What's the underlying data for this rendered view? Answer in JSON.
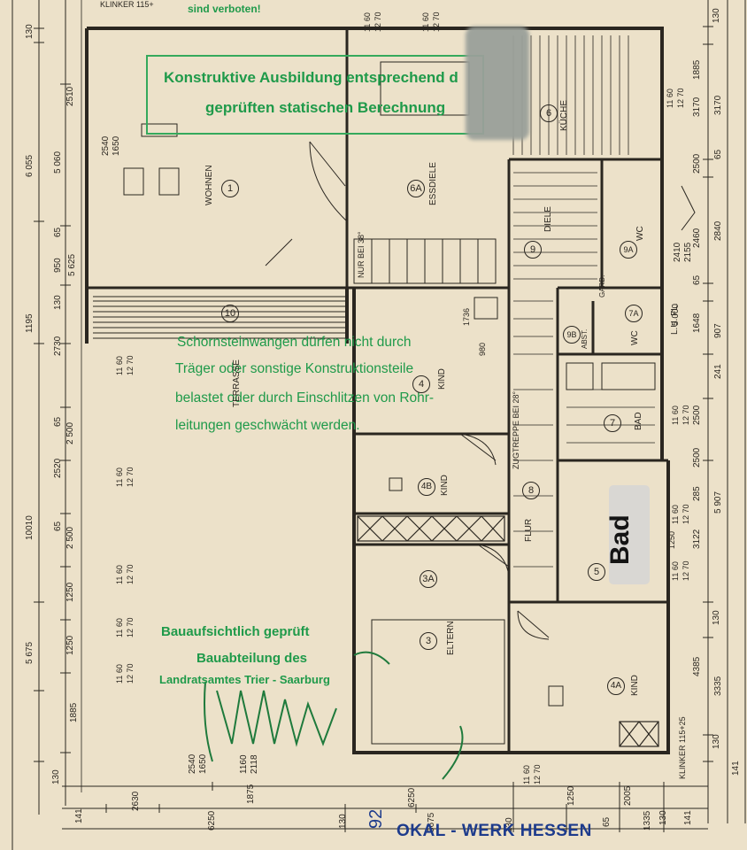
{
  "header_note": "sind verboten!",
  "stamp": {
    "line1": "Konstruktive Ausbildung entsprechend d",
    "line2": "geprüften statischen Berechnung"
  },
  "note": {
    "line1": "Schornsteinwangen dürfen nicht durch",
    "line2": "Träger oder sonstige Konstruktionsteile",
    "line3": "belastet oder durch Einschlitzen von Rohr-",
    "line4": "leitungen geschwächt werden."
  },
  "approval": {
    "line1": "Bauaufsichtlich geprüft",
    "line2": "Bauabteilung des",
    "line3": "Landratsamtes Trier - Saarburg"
  },
  "company": "OKAL - WERK HESSEN",
  "company_sub": "92",
  "bad_label": "Bad",
  "rooms": {
    "r1": {
      "num": "1",
      "name": "WOHNEN"
    },
    "r6a": {
      "num": "6A",
      "name": "ESSDIELE"
    },
    "r6": {
      "num": "6",
      "name": "KÜCHE"
    },
    "r9": {
      "num": "9",
      "name": "DIELE"
    },
    "r9a": {
      "num": "9A",
      "name": "WC"
    },
    "r9b": {
      "num": "9B",
      "name": "ABST."
    },
    "r7a": {
      "num": "7A",
      "name": "WC"
    },
    "r7": {
      "num": "7",
      "name": "BAD"
    },
    "r10": {
      "num": "10",
      "name": "TERRASSE"
    },
    "r4": {
      "num": "4",
      "name": "KIND"
    },
    "r4b": {
      "num": "4B",
      "name": "KIND"
    },
    "r8": {
      "num": "8",
      "name": "FLUR"
    },
    "r3a": {
      "num": "3A",
      "name": ""
    },
    "r3": {
      "num": "3",
      "name": "ELTERN"
    },
    "r5": {
      "num": "5",
      "name": ""
    },
    "r4a": {
      "num": "4A",
      "name": "KIND"
    }
  },
  "misc": {
    "nur_bei": "NUR BEI 38°",
    "lu_fl": "L.U. FL.",
    "garderobe": "GARD.",
    "treppe": "ZUGTREPPE BEI 28°",
    "klinker": "KLINKER 115+25",
    "klinker_top": "KLINKER 115+"
  },
  "dims_left_outer": [
    "130",
    "6 055",
    "5 625",
    "1195",
    "10010",
    "5 675",
    "1885",
    "130"
  ],
  "dims_left_inner": [
    "2510",
    "5 060",
    "65",
    "950",
    "130",
    "2730",
    "2 500",
    "65",
    "2520",
    "65",
    "2 500",
    "1250",
    "1250"
  ],
  "dims_heights": [
    "11 60",
    "12 70"
  ],
  "dims_right": [
    "130",
    "1885",
    "3170",
    "3170",
    "65",
    "2500",
    "2840",
    "2460",
    "65",
    "1648",
    "907",
    "241",
    "2500",
    "5 907",
    "3122",
    "130",
    "3335",
    "4385",
    "130",
    "141"
  ],
  "dims_bottom": [
    "141",
    "2630",
    "6250",
    "1875",
    "130",
    "6250",
    "5675",
    "130",
    "1250",
    "65",
    "2005",
    "1335",
    "130",
    "141"
  ],
  "dims_misc": [
    "2540",
    "1650",
    "1160",
    "2118",
    "1736",
    "980",
    "2410",
    "2155",
    "5 000",
    "1250",
    "285",
    "2500"
  ]
}
